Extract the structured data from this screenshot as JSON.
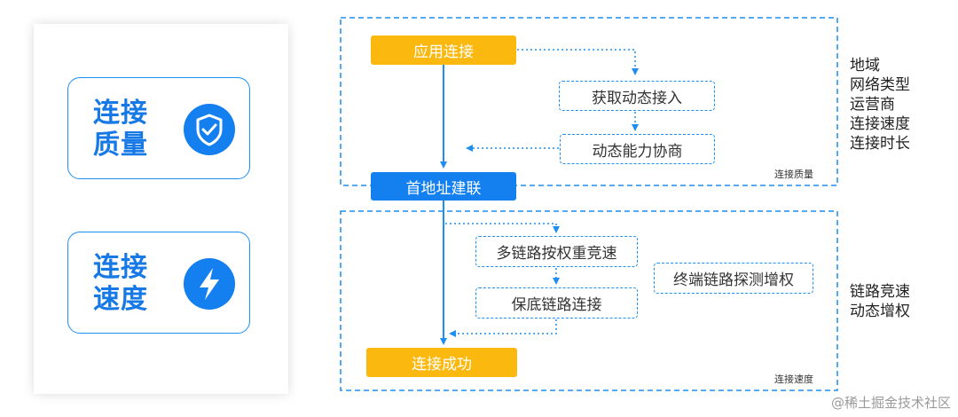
{
  "cards": [
    {
      "line1": "连接",
      "line2": "质量",
      "icon": "shield-check-icon"
    },
    {
      "line1": "连接",
      "line2": "速度",
      "icon": "lightning-icon"
    }
  ],
  "nodes": {
    "app_connect": "应用连接",
    "get_dynamic_access": "获取动态接入",
    "dynamic_capability": "动态能力协商",
    "first_addr": "首地址建联",
    "multi_link": "多链路按权重竞速",
    "terminal_probe": "终端链路探测增权",
    "fallback_link": "保底链路连接",
    "success": "连接成功"
  },
  "regions": {
    "quality_label": "连接质量",
    "speed_label": "连接速度"
  },
  "side_quality": [
    "地域",
    "网络类型",
    "运营商",
    "连接速度",
    "连接时长"
  ],
  "side_speed": [
    "链路竞速",
    "动态增权"
  ],
  "watermark": "@稀土掘金技术社区",
  "colors": {
    "blue": "#1f8ef1",
    "orange": "#fbb80f",
    "deep_blue": "#1480f0"
  }
}
